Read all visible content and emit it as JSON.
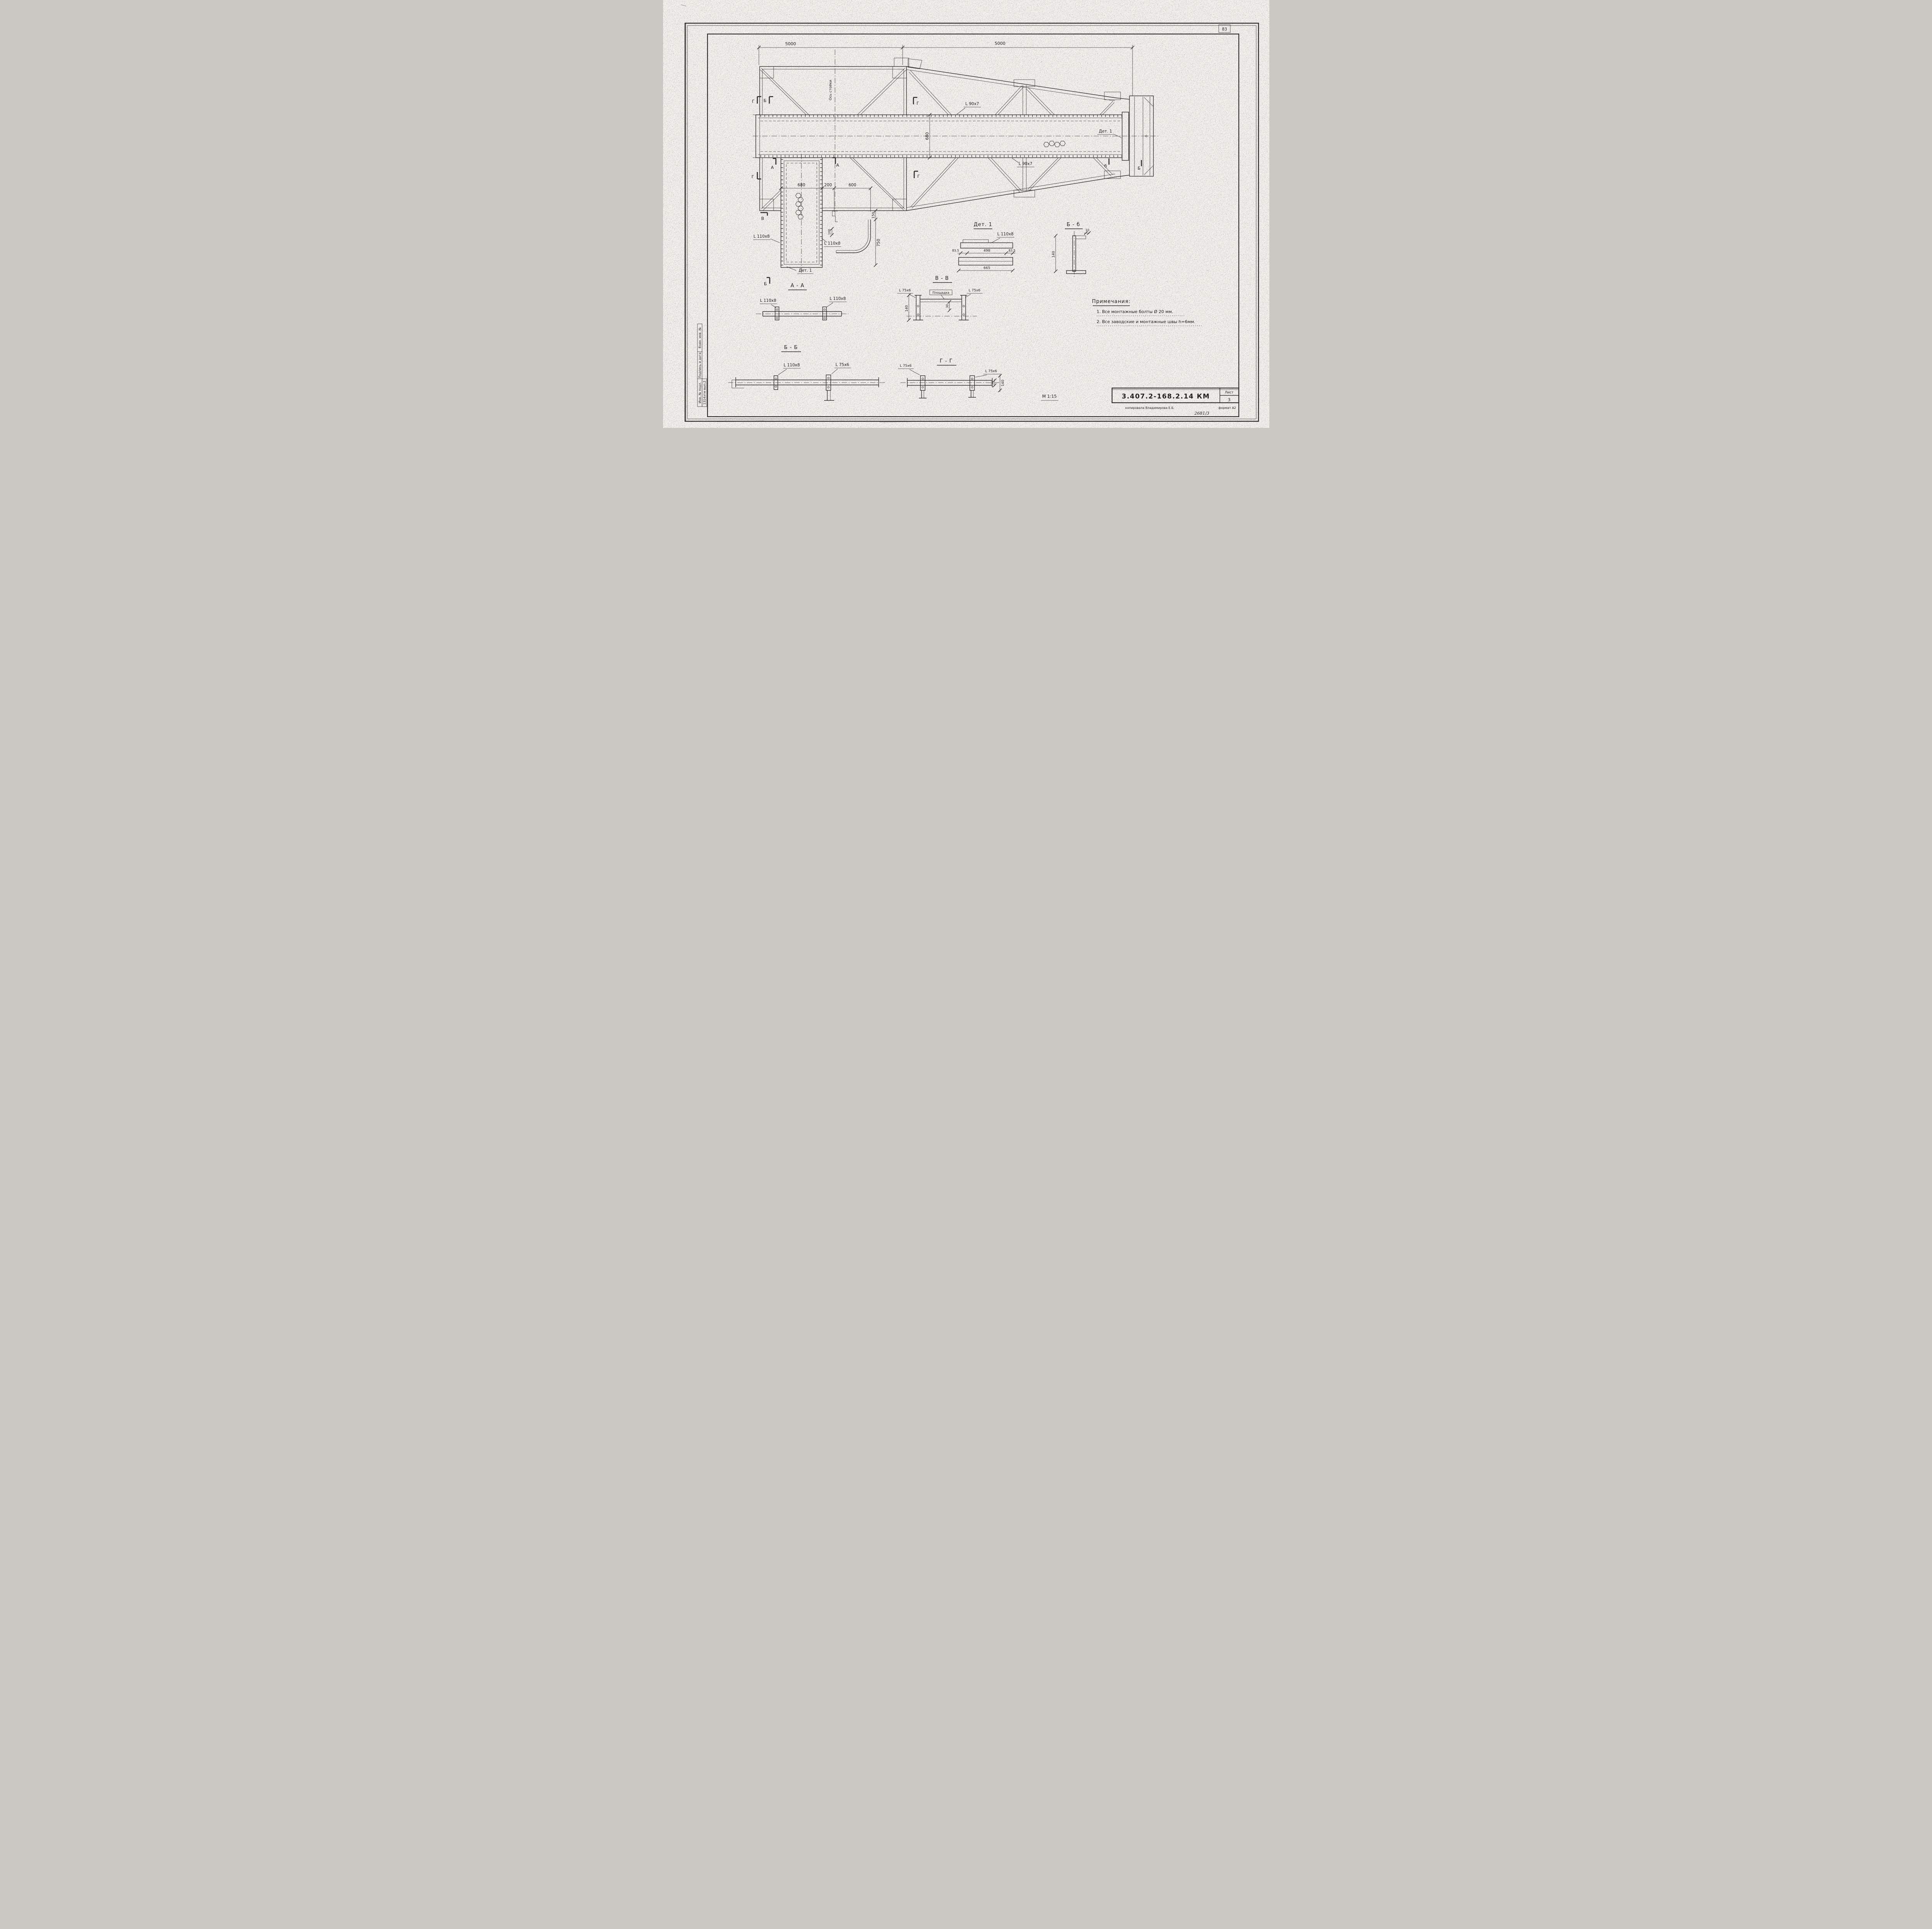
{
  "page": {
    "corner_number": "83",
    "scale_label": "М 1:15",
    "handwritten_ref": "2681/3"
  },
  "title_block": {
    "doc_number": "3.407.2-168.2.14 КМ",
    "sheet_label": "Лист",
    "sheet_number": "3",
    "copied_by_note": "копировала  Владимирова Е.Б.",
    "format_note": "формат А2"
  },
  "stamp": {
    "vzam_inv": "Взам. инв. №",
    "podpis_data": "Подпись и дата",
    "inv_podl": "Инв. № подл.",
    "archive_note": "1314этм вып.2"
  },
  "markers": {
    "a": "А",
    "b": "Б",
    "b_small": "б",
    "v": "В",
    "g": "Г"
  },
  "plan": {
    "dim_left_span": "5000",
    "dim_right_span": "5000",
    "axis_label": "Ось стойки",
    "girder_depth_dim": "680",
    "chord_angle_top": "L 90x7",
    "chord_angle_bottom": "L 90x7",
    "detail_ref": "Дет. 1"
  },
  "column": {
    "width_dim": "680",
    "gap_dim": "200",
    "bracket_dim": "600",
    "top_dim": "150",
    "height_dim": "750",
    "step_dim": "100",
    "angle_left": "L 110x8",
    "angle_right": "L 110x8",
    "detail_ref": "Дет. 1"
  },
  "detail1": {
    "title": "Дет. 1",
    "angle_label": "L 110x8",
    "dim_a": "83.5",
    "dim_b": "498",
    "dim_c": "83.5",
    "dim_total": "665"
  },
  "section_bsmall": {
    "title": "Б - б",
    "top_dim": "10",
    "height_dim": "140"
  },
  "section_aa": {
    "title": "А - А",
    "angle_left": "L 110x8",
    "angle_right": "L 110x8"
  },
  "section_vv": {
    "title": "В - В",
    "angle_left": "L 75x6",
    "angle_right": "L 75x6",
    "platform_label": "Площадка",
    "height_dim": "140",
    "offset_dim": "30"
  },
  "section_bb": {
    "title": "Б - Б",
    "angle_left": "L 110x8",
    "angle_right": "L 75x6"
  },
  "section_gg": {
    "title": "Г - Г",
    "angle_left": "L 75x6",
    "angle_right": "L 75x6",
    "offset_dim": "30",
    "height_dim": "140"
  },
  "notes": {
    "title": "Примечания:",
    "items": [
      "1. Все монтажные болты Ø 20 мм.",
      "2. Все заводские и монтажные швы h=6мм."
    ]
  }
}
